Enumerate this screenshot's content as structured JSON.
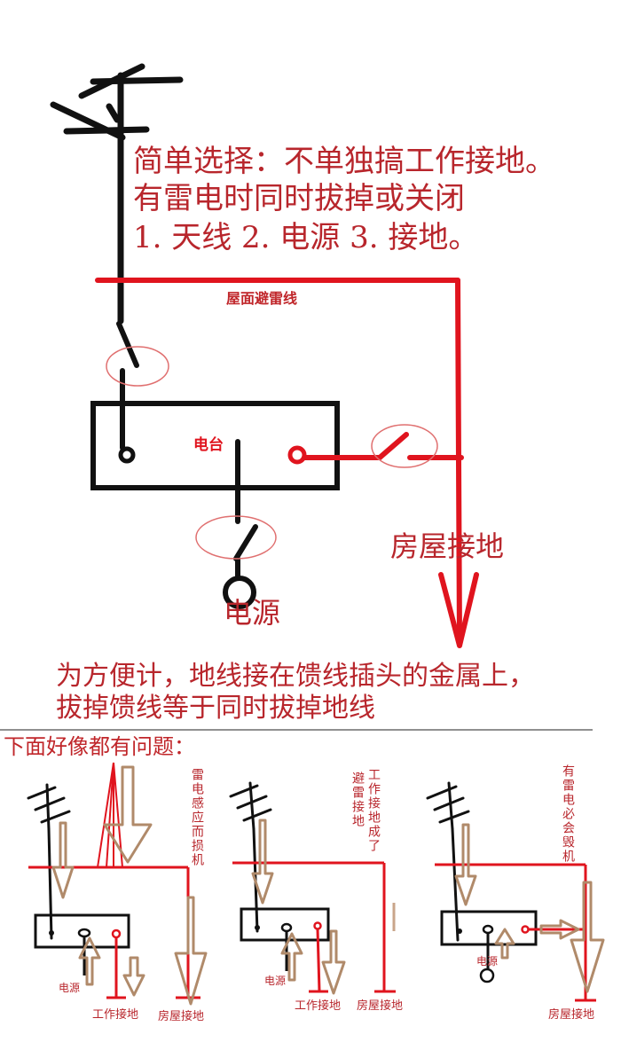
{
  "colors": {
    "black": "#111111",
    "red": "#e0141e",
    "text_red": "#b8262c",
    "brown": "#b08a6a",
    "circle_red": "#e07070"
  },
  "main_notes": {
    "line1": "简单选择：不单独搞工作接地。",
    "line2": "有雷电时同时拔掉或关闭",
    "line3": "1. 天线  2. 电源  3. 接地。"
  },
  "labels": {
    "roof_lightning_wire": "屋面避雷线",
    "radio": "电台",
    "house_ground": "房屋接地",
    "power": "电源"
  },
  "bottom_note": {
    "line1": "为方便计，地线接在馈线插头的金属上，",
    "line2": "拔掉馈线等于同时拔掉地线"
  },
  "problems_heading": "下面好像都有问题：",
  "panels": [
    {
      "vertical_note": "雷电感应而损机",
      "power": "电源",
      "work_ground": "工作接地",
      "house_ground": "房屋接地"
    },
    {
      "vertical_note_col1": "避雷接地",
      "vertical_note_col2": "工作接地成了",
      "power": "电源",
      "work_ground": "工作接地",
      "house_ground": "房屋接地"
    },
    {
      "vertical_note": "有雷电必会毁机",
      "power": "电源",
      "house_ground": "房屋接地"
    }
  ]
}
